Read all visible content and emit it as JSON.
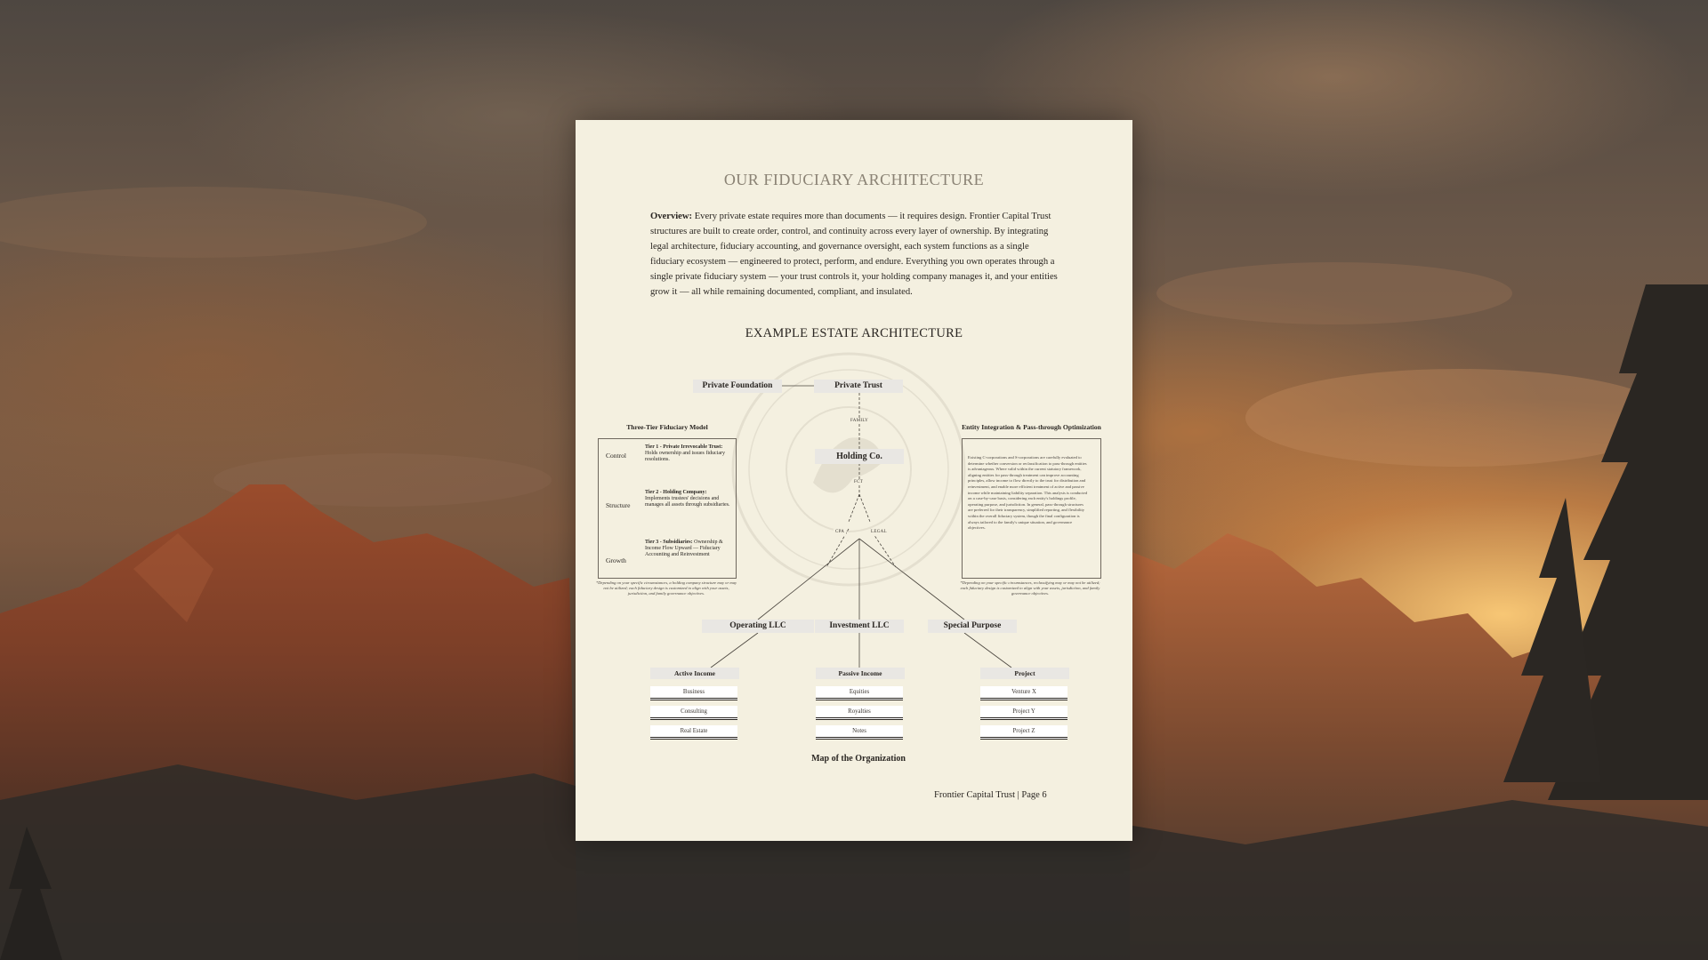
{
  "document": {
    "title": "OUR FIDUCIARY ARCHITECTURE",
    "overview_label": "Overview:",
    "overview_text": " Every private estate requires more than documents — it requires design. Frontier Capital Trust structures are built to create order, control, and continuity across every layer of ownership. By integrating legal architecture, fiduciary accounting, and governance oversight, each system functions as a single fiduciary ecosystem — engineered to protect, perform, and endure. Everything you own operates through a single private fiduciary system — your trust controls it, your holding company manages it, and your entities grow it — all while remaining documented, compliant, and insulated.",
    "diagram_title": "EXAMPLE ESTATE ARCHITECTURE",
    "footer": "Frontier Capital Trust | Page 6"
  },
  "diagram": {
    "private_foundation": "Private Foundation",
    "private_trust": "Private Trust",
    "family_label": "FAMILY",
    "holding_co": "Holding Co.",
    "fct_label": "FCT",
    "cpa_label": "CPA",
    "legal_label": "LEGAL",
    "operating_llc": "Operating LLC",
    "investment_llc": "Investment LLC",
    "special_purpose": "Special Purpose",
    "columns": [
      {
        "head": "Active Income",
        "items": [
          "Business",
          "Consulting",
          "Real Estate"
        ]
      },
      {
        "head": "Passive Income",
        "items": [
          "Equities",
          "Royalties",
          "Notes"
        ]
      },
      {
        "head": "Project",
        "items": [
          "Venture X",
          "Project Y",
          "Project Z"
        ]
      }
    ],
    "map_title": "Map of the Organization"
  },
  "tier_model": {
    "title": "Three-Tier Fiduciary Model",
    "tiers": [
      {
        "label": "Control",
        "name": "Tier 1 - Private Irrevocable Trust:",
        "desc": " Holds ownership and issues fiduciary resolutions."
      },
      {
        "label": "Structure",
        "name": "Tier 2 - Holding Company:",
        "desc": " Implements trustees' decisions and manages all assets through subsidiaries."
      },
      {
        "label": "Growth",
        "name": "Tier 3 - Subsidiaries:",
        "desc": " Ownership & Income Flow Upward — Fiduciary Accounting and Reinvestment"
      }
    ],
    "footnote": "*Depending on your specific circumstances, a holding company structure may or may not be utilized; each fiduciary design is customized to align with your assets, jurisdiction, and family governance objectives."
  },
  "integration": {
    "title": "Entity Integration & Pass-through Optimization",
    "text": "Existing C-corporations and S-corporations are carefully evaluated to determine whether conversion or reclassification to pass-through entities is advantageous. Where valid within the current statutory framework, aligning entities for pass-through treatment can improve accounting principles, allow income to flow directly to the trust for distribution and reinvestment, and enable more efficient treatment of active and passive income while maintaining liability separation. This analysis is conducted on a case-by-case basis, considering each entity's holdings profile, operating purpose, and jurisdiction. In general, pass-through structures are preferred for their transparency, simplified reporting, and flexibility within the overall fiduciary system, though the final configuration is always tailored to the family's unique situation, and governance objectives.",
    "footnote": "*Depending on your specific circumstances, reclassifying may or may not be utilized; each fiduciary design is customized to align with your assets, jurisdiction, and family governance objectives."
  }
}
